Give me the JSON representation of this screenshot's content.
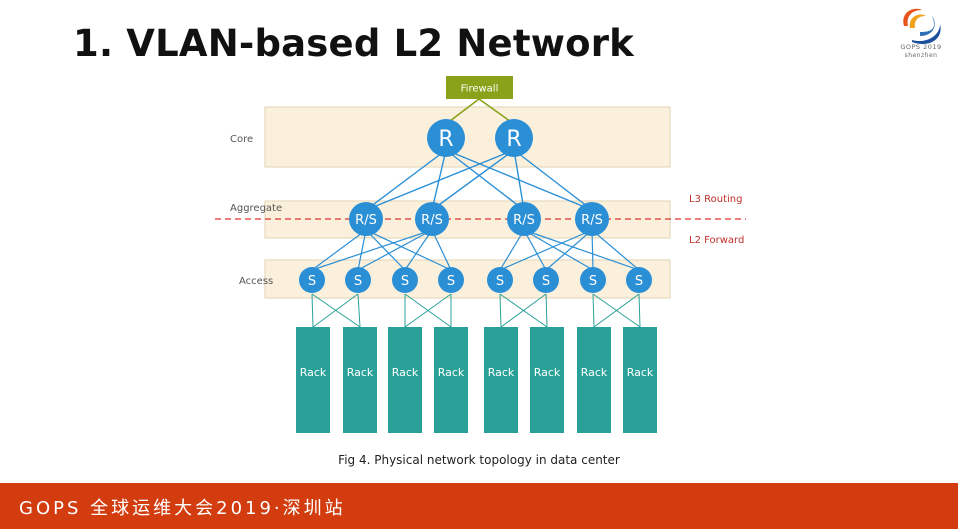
{
  "slide": {
    "title": "1. VLAN-based L2 Network",
    "caption": "Fig 4. Physical network topology in data center",
    "footer": "GOPS 全球运维大会2019·深圳站"
  },
  "logo": {
    "brand": "GOPS 2019",
    "city": "shenzhen"
  },
  "diagram": {
    "firewall_label": "Firewall",
    "layers": {
      "core": "Core",
      "aggregate": "Aggregate",
      "access": "Access"
    },
    "boundary": {
      "upper": "L3 Routing",
      "lower": "L2 Forward"
    },
    "core_nodes": [
      "R",
      "R"
    ],
    "aggregate_nodes": [
      "R/S",
      "R/S",
      "R/S",
      "R/S"
    ],
    "access_nodes": [
      "S",
      "S",
      "S",
      "S",
      "S",
      "S",
      "S",
      "S"
    ],
    "racks": [
      "Rack",
      "Rack",
      "Rack",
      "Rack",
      "Rack",
      "Rack",
      "Rack",
      "Rack"
    ]
  },
  "colors": {
    "node": "#2b8fd6",
    "link": "#2b8fd6",
    "firewall": "#8aa21a",
    "layer_band": "#fbf0dc",
    "rack": "#2aa198",
    "boundary_line": "#d9332f",
    "footer": "#d23c0f"
  }
}
